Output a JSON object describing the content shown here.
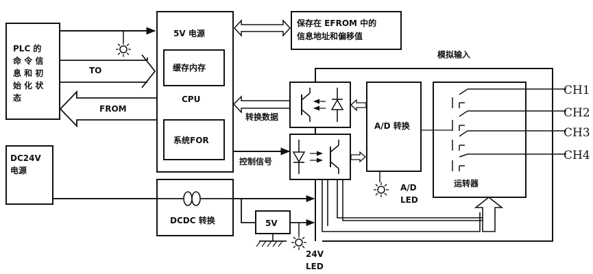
{
  "plc_box": {
    "lines": [
      "PLC 的",
      "命 令 信",
      "息 和 初",
      "始 化 状",
      "态"
    ]
  },
  "power_box": {
    "lines": [
      "DC24V",
      "电源"
    ]
  },
  "cpu_box": {
    "power_label": "5V 电源",
    "buffer_label": "缓存内存",
    "cpu_label": "CPU",
    "system_label": "系统FOR"
  },
  "eeprom_box": {
    "lines": [
      "保存在 EFROM 中的",
      "信息地址和偏移值"
    ]
  },
  "signals": {
    "to": "TO",
    "from": "FROM",
    "convert_data": "转换数据",
    "control_signal": "控制信号"
  },
  "analog_input_label": "模拟输入",
  "ad_box": {
    "label": "A/D 转换"
  },
  "ad_led": {
    "lines": [
      "A/D",
      "LED"
    ]
  },
  "mux_box": {
    "label": "运转器"
  },
  "dcdc_box": {
    "label": "DCDC 转换"
  },
  "v5_box": {
    "label": "5V"
  },
  "led24": {
    "lines": [
      "24V",
      "LED"
    ]
  },
  "channels": [
    "CH1",
    "CH2",
    "CH3",
    "CH4"
  ]
}
